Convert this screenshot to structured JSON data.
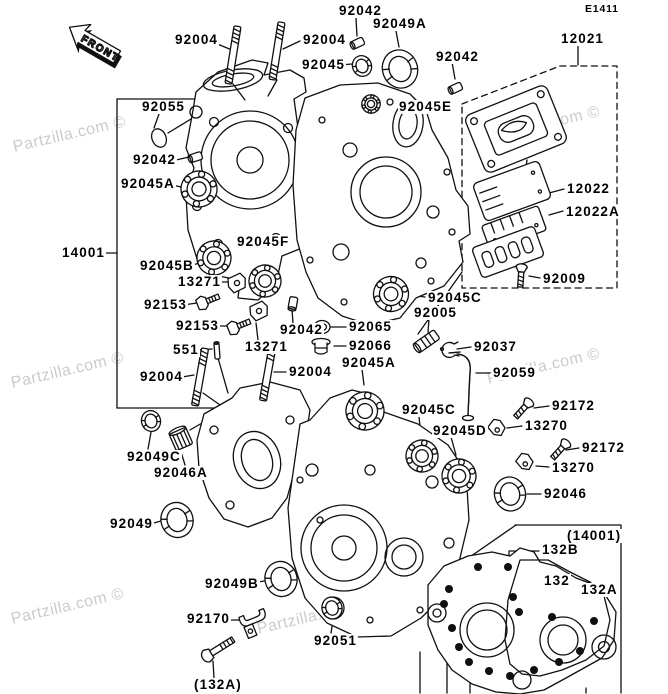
{
  "diagram": {
    "page_code": "E1411",
    "front_badge": "FRONT",
    "watermark_text": "Partzilla.com ©"
  },
  "part_labels": [
    {
      "text": "92004"
    },
    {
      "text": "92004"
    },
    {
      "text": "92042"
    },
    {
      "text": "92049A"
    },
    {
      "text": "92045"
    },
    {
      "text": "92042"
    },
    {
      "text": "92045E"
    },
    {
      "text": "12021"
    },
    {
      "text": "12022"
    },
    {
      "text": "12022A"
    },
    {
      "text": "92009"
    },
    {
      "text": "92055"
    },
    {
      "text": "92042"
    },
    {
      "text": "92045A"
    },
    {
      "text": "14001"
    },
    {
      "text": "92045F"
    },
    {
      "text": "92045B"
    },
    {
      "text": "13271"
    },
    {
      "text": "92153"
    },
    {
      "text": "92153"
    },
    {
      "text": "13271"
    },
    {
      "text": "92042"
    },
    {
      "text": "92065"
    },
    {
      "text": "92066"
    },
    {
      "text": "551"
    },
    {
      "text": "92004"
    },
    {
      "text": "92004"
    },
    {
      "text": "92045A"
    },
    {
      "text": "92005"
    },
    {
      "text": "92045C"
    },
    {
      "text": "92037"
    },
    {
      "text": "92059"
    },
    {
      "text": "92172"
    },
    {
      "text": "13270"
    },
    {
      "text": "92172"
    },
    {
      "text": "13270"
    },
    {
      "text": "92046"
    },
    {
      "text": "92045C"
    },
    {
      "text": "92045D"
    },
    {
      "text": "92049C"
    },
    {
      "text": "92046A"
    },
    {
      "text": "92049"
    },
    {
      "text": "92049B"
    },
    {
      "text": "92170"
    },
    {
      "text": "(132A)"
    },
    {
      "text": "92051"
    },
    {
      "text": "(14001)"
    },
    {
      "text": "132B"
    },
    {
      "text": "132"
    },
    {
      "text": "132A"
    }
  ]
}
